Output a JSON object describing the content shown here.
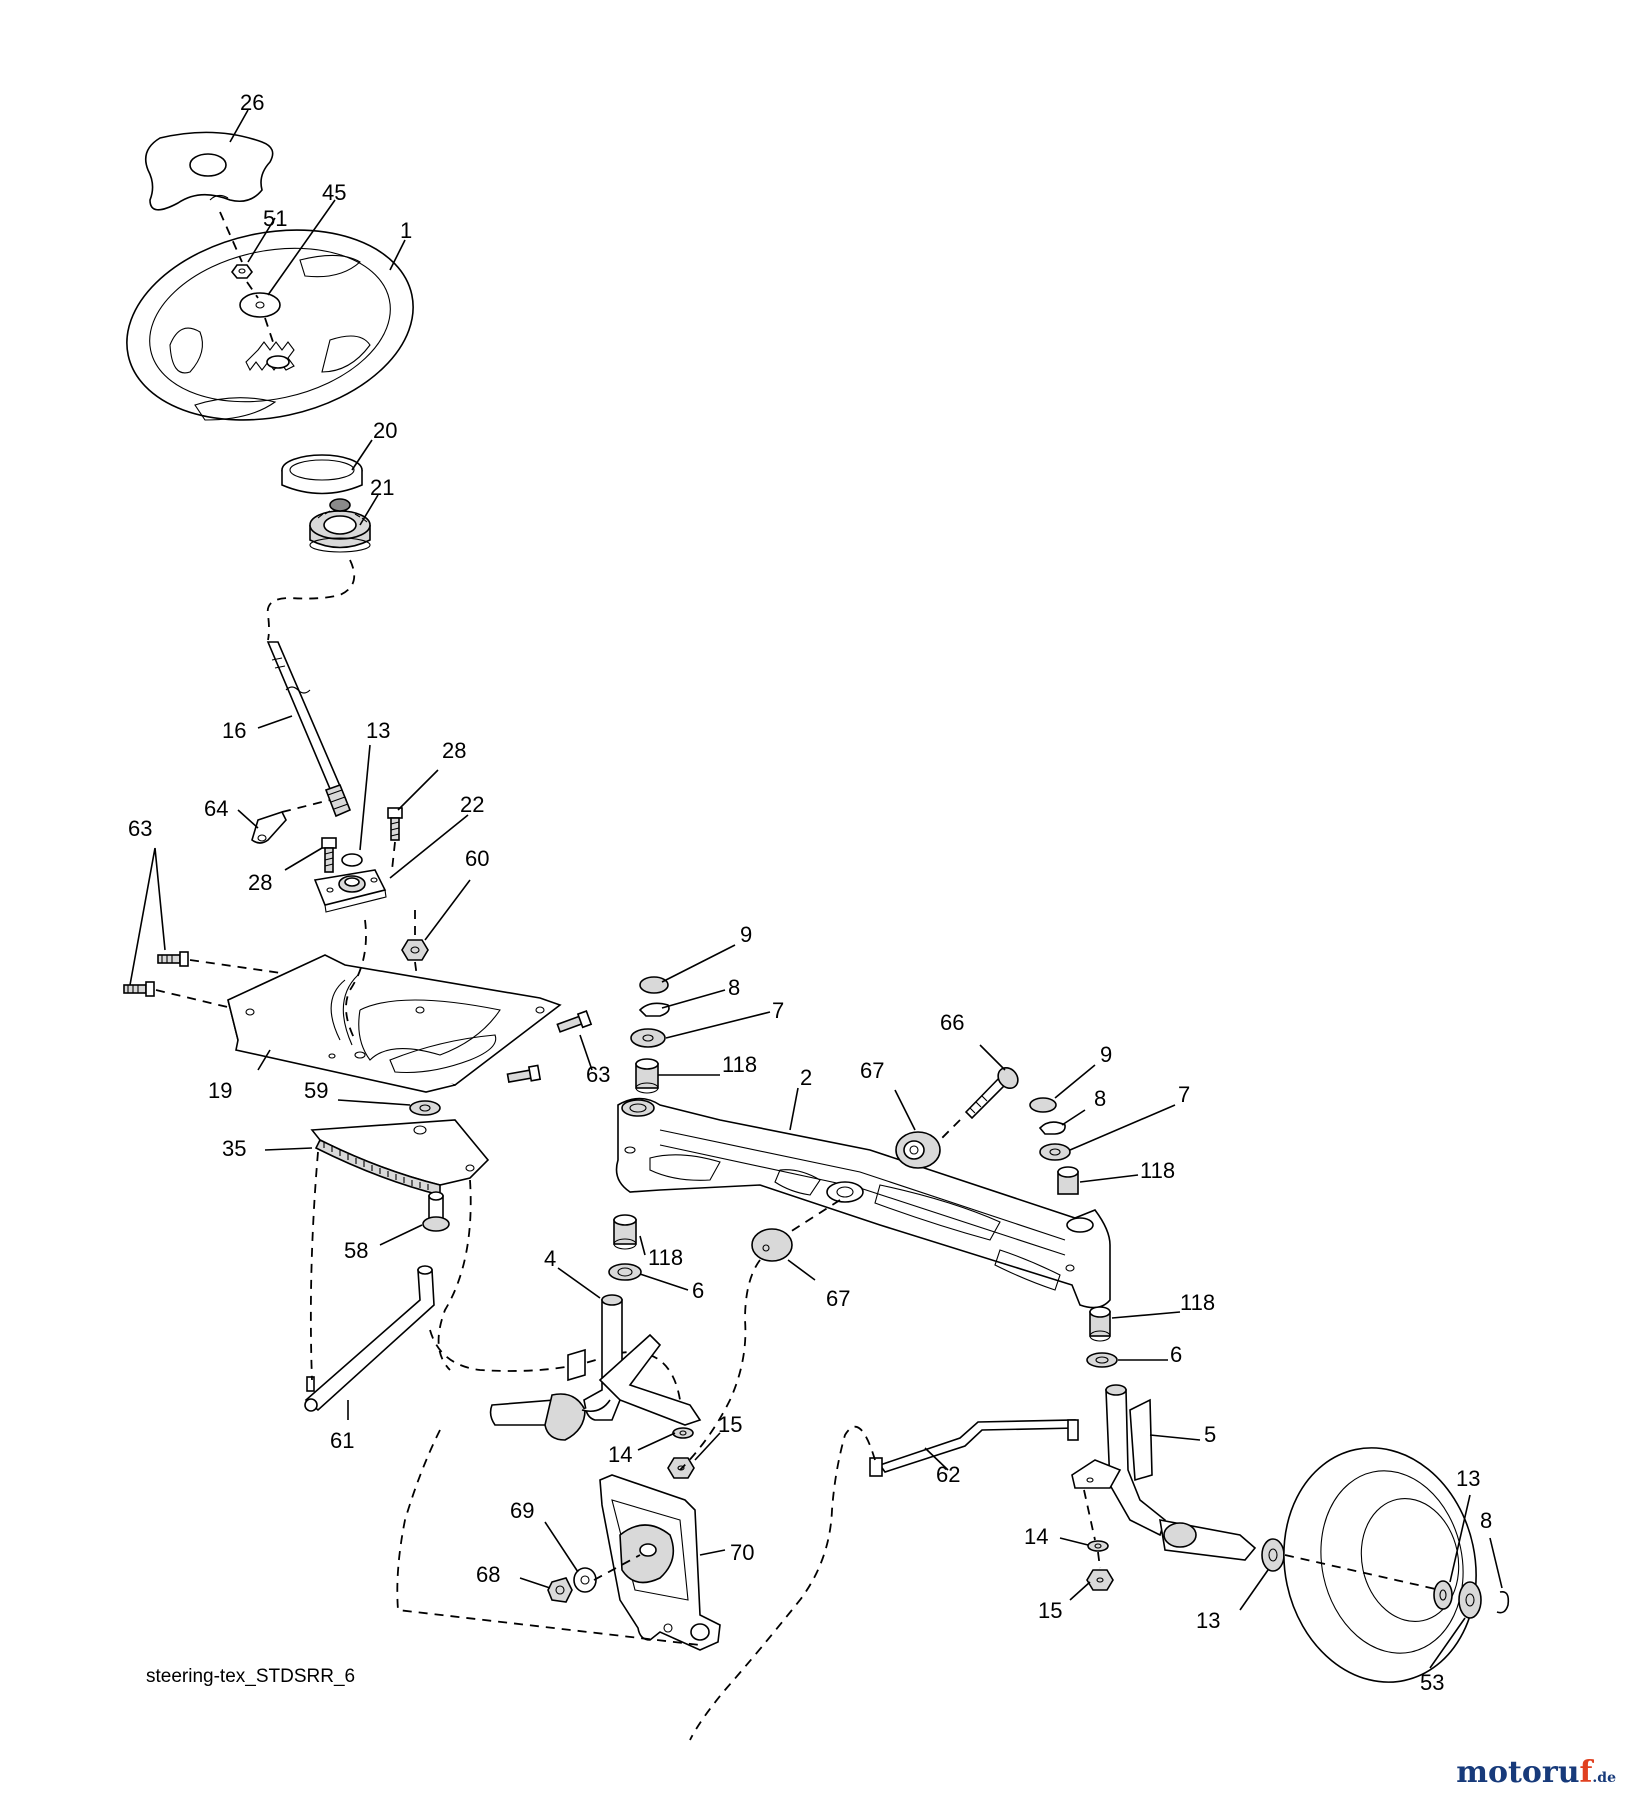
{
  "caption": "steering-tex_STDSRR_6",
  "watermark": {
    "part1": "motoru",
    "part2": "f",
    "suffix": ".de"
  },
  "labels": {
    "l26": "26",
    "l45": "45",
    "l51": "51",
    "l1": "1",
    "l20": "20",
    "l21": "21",
    "l16": "16",
    "l13a": "13",
    "l28a": "28",
    "l64": "64",
    "l22": "22",
    "l63a": "63",
    "l28b": "28",
    "l60": "60",
    "l9a": "9",
    "l8a": "8",
    "l7a": "7",
    "l66": "66",
    "l63b": "63",
    "l118a": "118",
    "l2": "2",
    "l67a": "67",
    "l9b": "9",
    "l8b": "8",
    "l7b": "7",
    "l19": "19",
    "l59": "59",
    "l118b": "118",
    "l35": "35",
    "l58": "58",
    "l118c": "118",
    "l4": "4",
    "l6a": "6",
    "l67b": "67",
    "l118d": "118",
    "l6b": "6",
    "l15a": "15",
    "l5": "5",
    "l14a": "14",
    "l61": "61",
    "l62": "62",
    "l13b": "13",
    "l69": "69",
    "l8c": "8",
    "l70": "70",
    "l68": "68",
    "l14b": "14",
    "l15b": "15",
    "l13c": "13",
    "l53": "53"
  }
}
